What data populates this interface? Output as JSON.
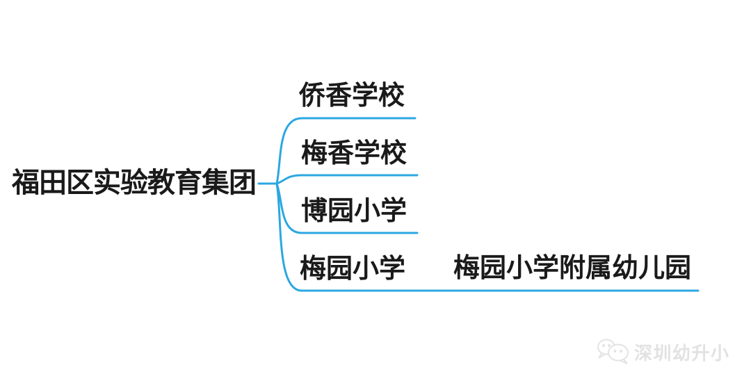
{
  "colors": {
    "branch": "#2BA7E1",
    "node_text": "#1A1A1A",
    "watermark_text": "#E2E2E2",
    "background": "#FFFFFF"
  },
  "mindmap": {
    "root": {
      "label": "福田区实验教育集团"
    },
    "children": [
      {
        "label": "侨香学校"
      },
      {
        "label": "梅香学校"
      },
      {
        "label": "博园小学"
      },
      {
        "label": "梅园小学",
        "children": [
          {
            "label": "梅园小学附属幼儿园"
          }
        ]
      }
    ]
  },
  "watermark": {
    "icon": "wechat-bubbles-icon",
    "text": "深圳幼升小"
  }
}
